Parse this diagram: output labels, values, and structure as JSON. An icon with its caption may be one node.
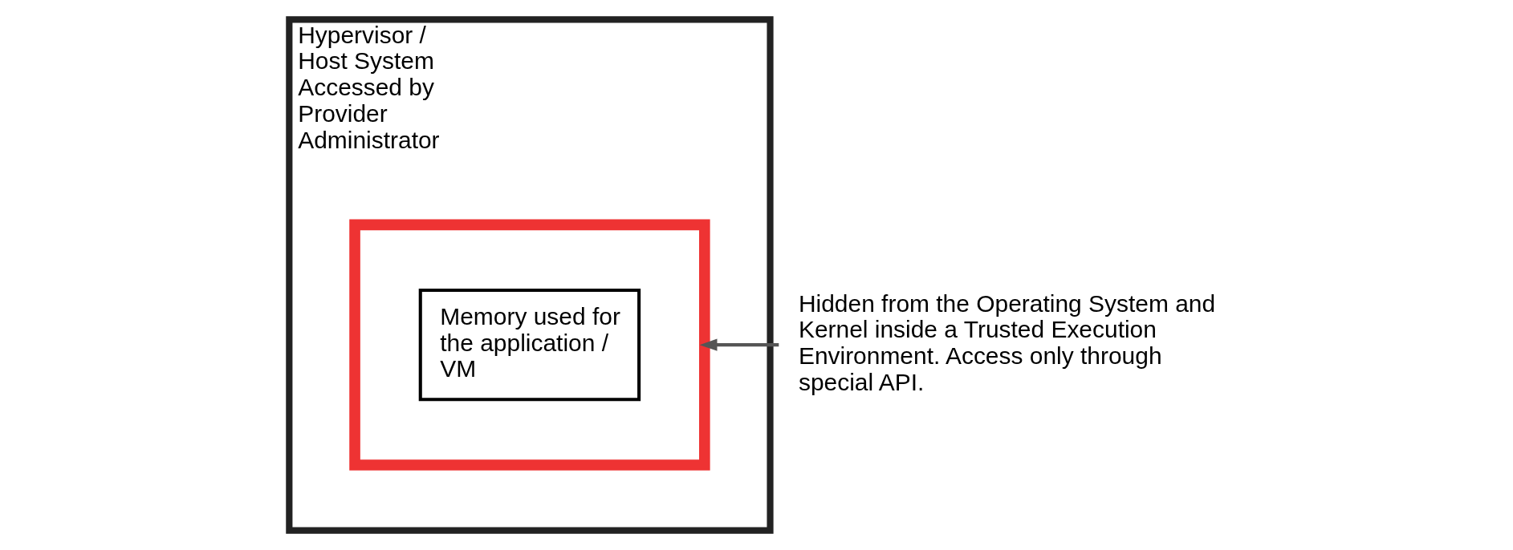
{
  "diagram": {
    "nodes": [
      {
        "text": [
          "Hypervisor / Host System Accessed by Provider Administrator"
        ]
      },
      {
        "text": [],
        "shape": "box",
        "in": 0
      },
      {
        "text": [
          "Memory used for the application / VM"
        ],
        "in": 1
      },
      {
        "text": [
          "Hidden from the Operating System and Kernel inside a Trusted Execution Environment. Access only through special API."
        ]
      }
    ],
    "edges": [
      {
        "from": 3,
        "to": 1,
        "arrow": "to",
        "color": "#555555"
      }
    ]
  }
}
